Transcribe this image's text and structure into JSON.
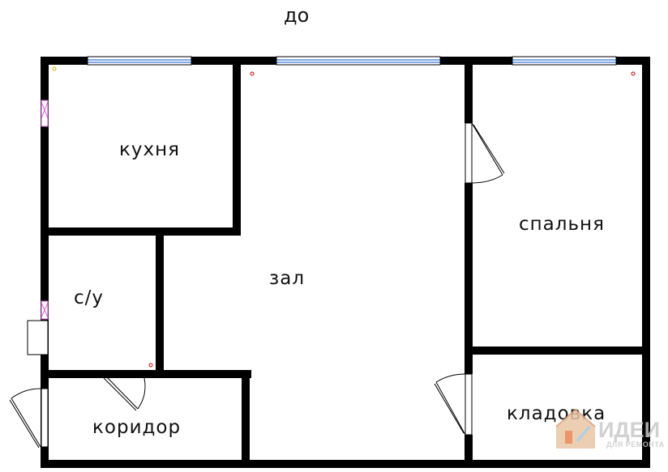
{
  "title": "до",
  "rooms": {
    "kitchen": "кухня",
    "bathroom": "с/у",
    "corridor": "коридор",
    "hall": "зал",
    "bedroom": "спальня",
    "storage": "кладовка"
  },
  "watermark": {
    "line1": "ИДЕИ",
    "line2": "ДЛЯ РЕМОНТА"
  },
  "colors": {
    "wall": "#000000",
    "window_glass": "#0050c8",
    "vent": "#d060d0",
    "marker": "#d00000"
  }
}
